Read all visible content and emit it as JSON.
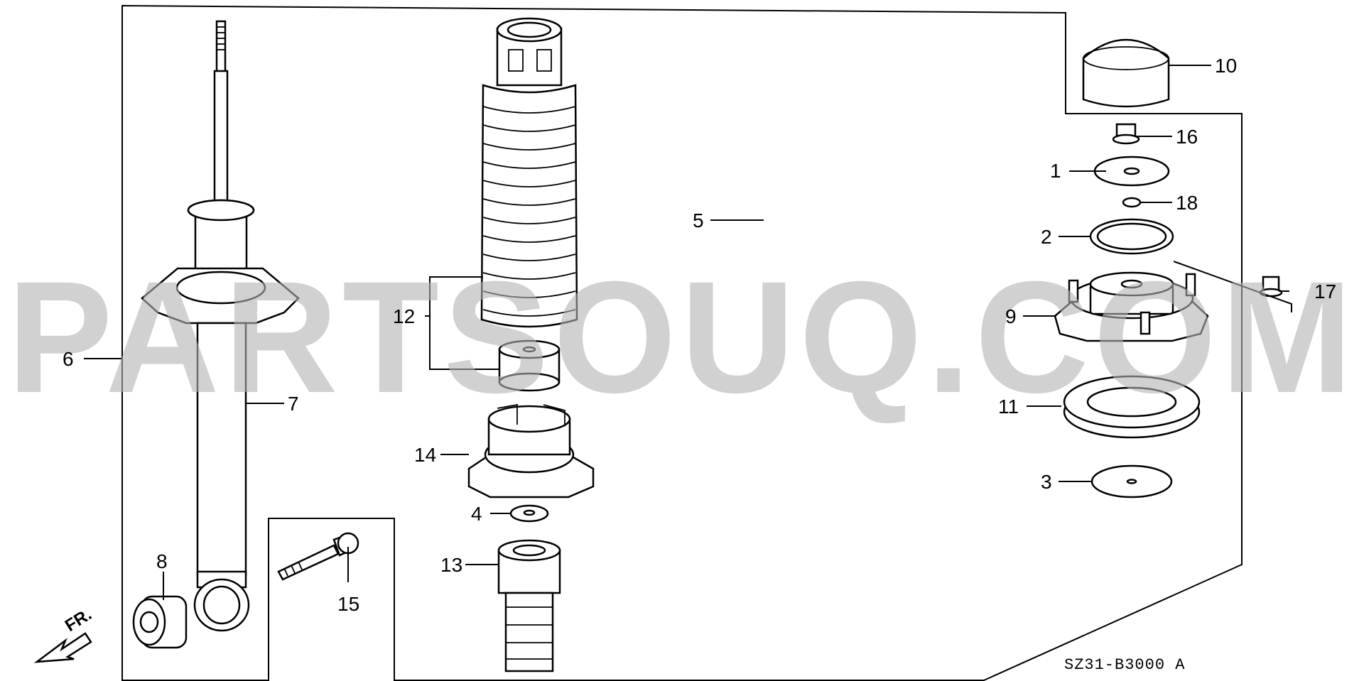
{
  "diagram": {
    "code": "SZ31-B3000 A",
    "direction_label": "FR.",
    "watermark": "PARTSOUQ.COM"
  },
  "callouts": [
    {
      "id": "1",
      "label": "1"
    },
    {
      "id": "2",
      "label": "2"
    },
    {
      "id": "3",
      "label": "3"
    },
    {
      "id": "4",
      "label": "4"
    },
    {
      "id": "5",
      "label": "5"
    },
    {
      "id": "6",
      "label": "6"
    },
    {
      "id": "7",
      "label": "7"
    },
    {
      "id": "8",
      "label": "8"
    },
    {
      "id": "9",
      "label": "9"
    },
    {
      "id": "10",
      "label": "10"
    },
    {
      "id": "11",
      "label": "11"
    },
    {
      "id": "12",
      "label": "12"
    },
    {
      "id": "13",
      "label": "13"
    },
    {
      "id": "14",
      "label": "14"
    },
    {
      "id": "15",
      "label": "15"
    },
    {
      "id": "16",
      "label": "16"
    },
    {
      "id": "17",
      "label": "17"
    },
    {
      "id": "18",
      "label": "18"
    }
  ]
}
